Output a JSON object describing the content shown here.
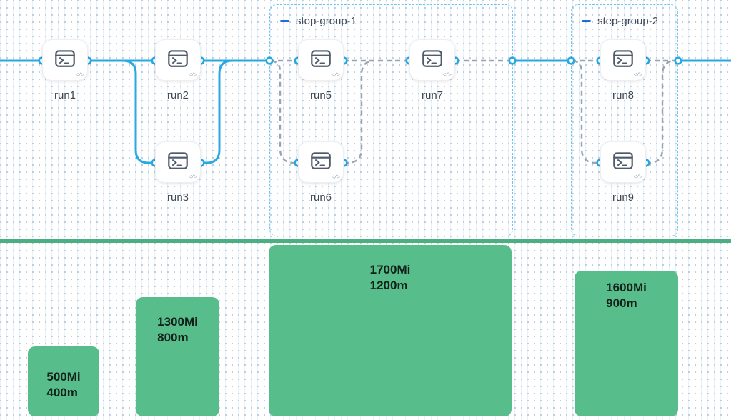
{
  "pipeline": {
    "nodes": [
      {
        "id": "run1",
        "label": "run1"
      },
      {
        "id": "run2",
        "label": "run2"
      },
      {
        "id": "run3",
        "label": "run3"
      },
      {
        "id": "run5",
        "label": "run5"
      },
      {
        "id": "run6",
        "label": "run6"
      },
      {
        "id": "run7",
        "label": "run7"
      },
      {
        "id": "run8",
        "label": "run8"
      },
      {
        "id": "run9",
        "label": "run9"
      }
    ],
    "groups": [
      {
        "label": "step-group-1"
      },
      {
        "label": "step-group-2"
      }
    ]
  },
  "resources": {
    "bars": [
      {
        "memory": "500Mi",
        "cpu": "400m"
      },
      {
        "memory": "1300Mi",
        "cpu": "800m"
      },
      {
        "memory": "1700Mi",
        "cpu": "1200m"
      },
      {
        "memory": "1600Mi",
        "cpu": "900m"
      }
    ]
  },
  "icons": {
    "code_glyph": "</>"
  },
  "colors": {
    "edge_blue": "#29a9e3",
    "edge_gray": "#9aa4b0",
    "group_border": "#6cc4f2",
    "group_dash_accent": "#1d6fd6",
    "label_text": "#3d4856",
    "bar_green": "#57bd8b",
    "separator_green": "#4caf82",
    "bar_text": "#14211a"
  }
}
